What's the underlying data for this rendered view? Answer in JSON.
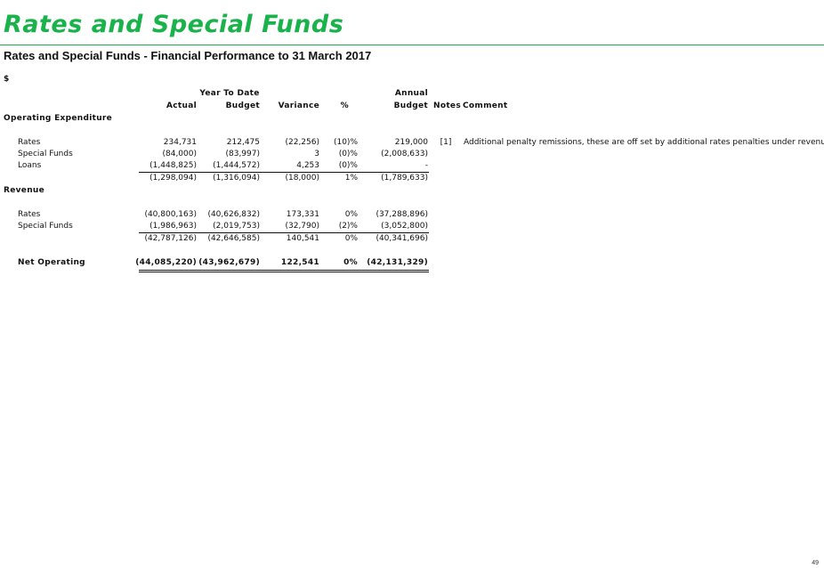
{
  "page": {
    "title": "Rates and Special Funds",
    "subtitle": "Rates and Special Funds - Financial Performance to 31 March 2017",
    "currency": "$",
    "page_number": "49",
    "accent_color": "#19b24b"
  },
  "table": {
    "headers": {
      "year_to_date": "Year To Date",
      "annual": "Annual",
      "actual": "Actual",
      "budget": "Budget",
      "variance": "Variance",
      "percent": "%",
      "annual_budget": "Budget",
      "notes": "Notes",
      "comment": "Comment"
    },
    "sections": [
      {
        "name": "Operating Expenditure",
        "rows": [
          {
            "label": "Rates",
            "actual": "234,731",
            "budget": "212,475",
            "variance": "(22,256)",
            "percent": "(10)%",
            "annual_budget": "219,000",
            "note": "[1]",
            "comment": "Additional penalty remissions, these are off set by additional rates penalties under revenue"
          },
          {
            "label": "Special Funds",
            "actual": "(84,000)",
            "budget": "(83,997)",
            "variance": "3",
            "percent": "(0)%",
            "annual_budget": "(2,008,633)",
            "note": "",
            "comment": ""
          },
          {
            "label": "Loans",
            "actual": "(1,448,825)",
            "budget": "(1,444,572)",
            "variance": "4,253",
            "percent": "(0)%",
            "annual_budget": "-",
            "note": "",
            "comment": ""
          }
        ],
        "total": {
          "actual": "(1,298,094)",
          "budget": "(1,316,094)",
          "variance": "(18,000)",
          "percent": "1%",
          "annual_budget": "(1,789,633)"
        }
      },
      {
        "name": "Revenue",
        "rows": [
          {
            "label": "Rates",
            "actual": "(40,800,163)",
            "budget": "(40,626,832)",
            "variance": "173,331",
            "percent": "0%",
            "annual_budget": "(37,288,896)",
            "note": "",
            "comment": ""
          },
          {
            "label": "Special Funds",
            "actual": "(1,986,963)",
            "budget": "(2,019,753)",
            "variance": "(32,790)",
            "percent": "(2)%",
            "annual_budget": "(3,052,800)",
            "note": "",
            "comment": ""
          }
        ],
        "total": {
          "actual": "(42,787,126)",
          "budget": "(42,646,585)",
          "variance": "140,541",
          "percent": "0%",
          "annual_budget": "(40,341,696)"
        }
      }
    ],
    "net_operating": {
      "label": "Net Operating",
      "actual": "(44,085,220)",
      "budget": "(43,962,679)",
      "variance": "122,541",
      "percent": "0%",
      "annual_budget": "(42,131,329)"
    }
  }
}
